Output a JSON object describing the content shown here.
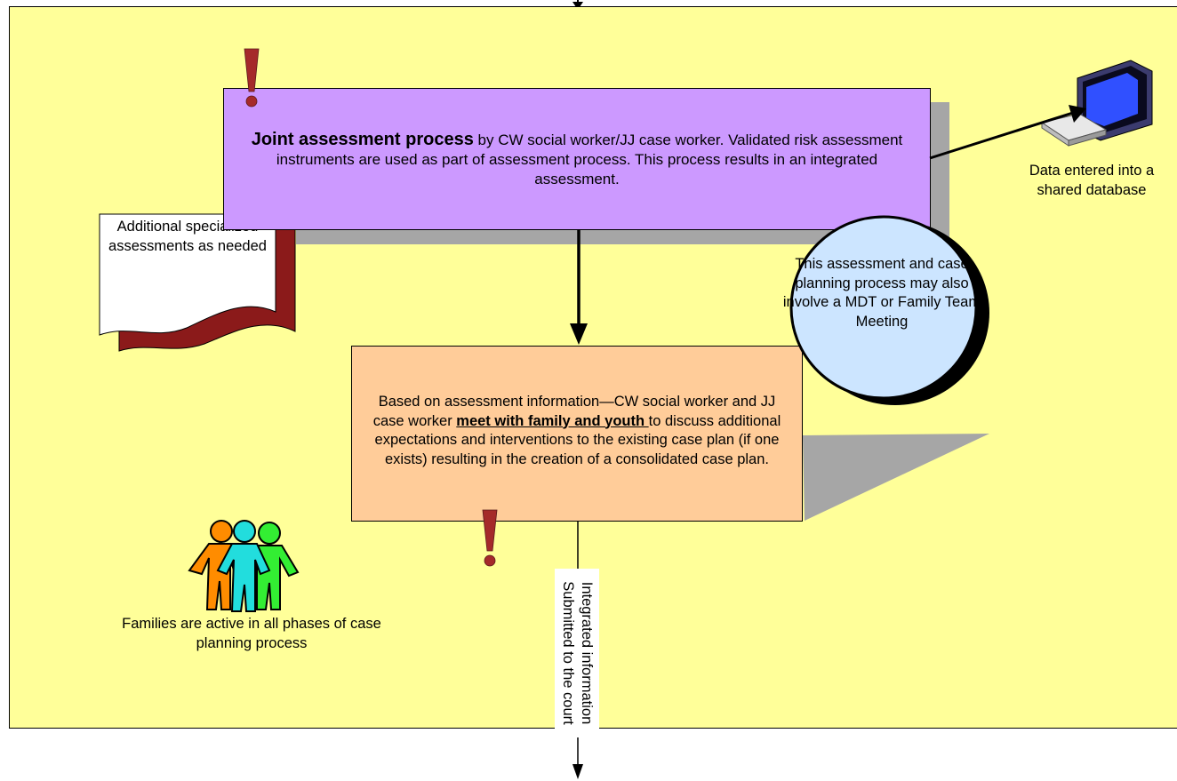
{
  "joint_box": {
    "title": "Joint assessment process",
    "text": " by CW social worker/JJ case worker. Validated risk assessment instruments are used as part of assessment process.  This process results in an integrated assessment."
  },
  "document": {
    "text": "Additional specialized assessments as needed"
  },
  "database": {
    "text": "Data entered into a shared database"
  },
  "circle": {
    "text": "This assessment and case planning process may also involve a MDT or Family Team Meeting"
  },
  "plan_box": {
    "text_before": "Based on  assessment information—CW social worker and JJ case worker ",
    "emphasis": "meet with family and youth ",
    "text_after": "to discuss additional expectations and interventions to the existing case plan (if one exists) resulting in the creation of a consolidated case plan."
  },
  "families": {
    "text": "Families are active in all phases of case planning process"
  },
  "court_label": {
    "line1": "Integrated information",
    "line2": "Submitted to the court"
  },
  "colors": {
    "panel": "#ffff99",
    "joint_box": "#cc99ff",
    "plan_box": "#ffcc99",
    "circle": "#cce5ff",
    "document_shadow": "#8b1a1a",
    "shadow": "#a6a6a6",
    "exclamation": "#a52a2a"
  }
}
